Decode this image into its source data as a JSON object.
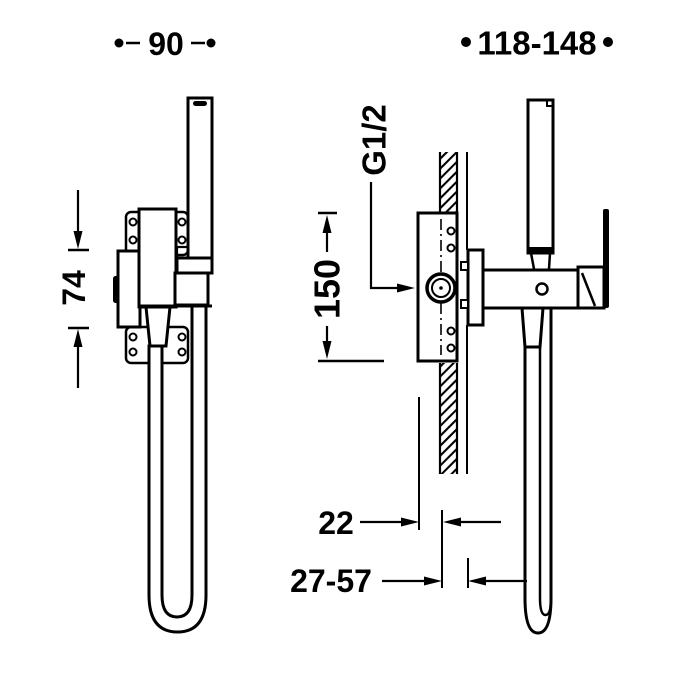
{
  "diagram": {
    "type": "technical-dimension-drawing",
    "views": {
      "front_view": "wall-mounted mixer with hand shower and U-looped hose",
      "side_view": "wall section with concealed body, spout, lever handle and hose"
    },
    "labels": {
      "width_front": "90",
      "projection_range": "118-148",
      "valve_height_front": "74",
      "thread_size": "G1/2",
      "body_height": "150",
      "depth_min": "22",
      "depth_range": "27-57"
    },
    "colors": {
      "ink": "#000000",
      "background": "#ffffff"
    }
  }
}
